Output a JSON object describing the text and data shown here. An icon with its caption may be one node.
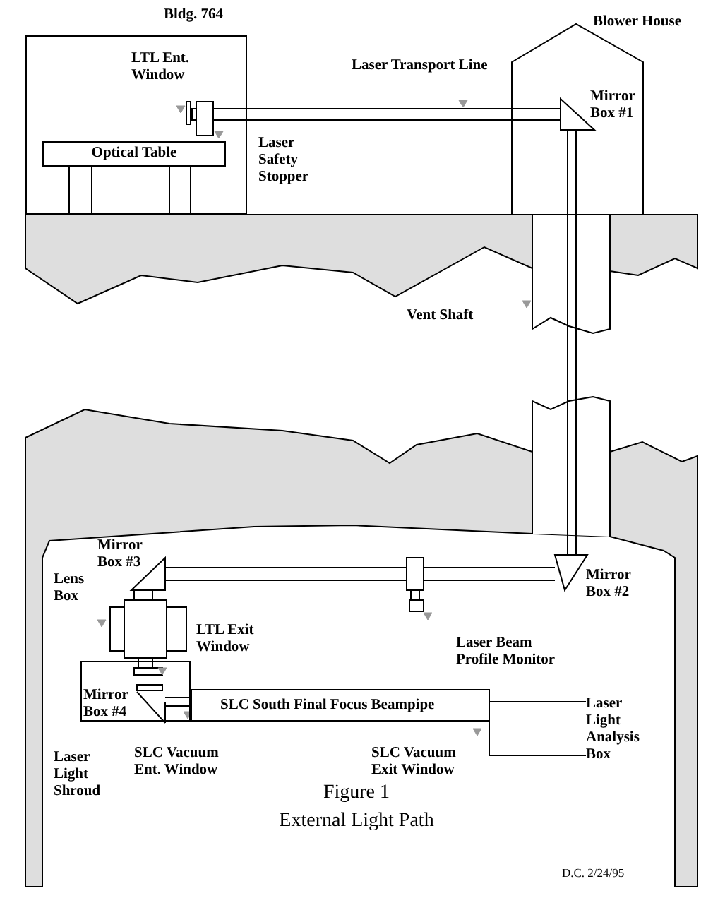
{
  "diagram": {
    "title": "Figure 1",
    "caption": "External Light Path",
    "nodes": [
      {
        "text": [
          "Bldg. 764"
        ]
      },
      {
        "text": [
          "Optical Table"
        ],
        "in": 0
      },
      {
        "text": [
          "Blower House"
        ]
      },
      {
        "text": [
          "SLC South Final Focus Beampipe"
        ]
      },
      {
        "text": [
          "Laser Light Analysis Box"
        ]
      },
      {
        "text": [
          "Laser Light Shroud"
        ]
      }
    ],
    "edges": [
      {
        "from": 3,
        "to": 4,
        "arrow": "none"
      }
    ],
    "labels": [
      "LTL Ent. Window",
      "Laser Transport Line",
      "Mirror Box #1",
      "Laser Safety Stopper",
      "Vent Shaft",
      "Mirror Box #3",
      "Lens Box",
      "Mirror Box #2",
      "LTL Exit Window",
      "Laser Beam Profile Monitor",
      "Mirror Box #4",
      "SLC Vacuum Ent. Window",
      "SLC Vacuum Exit Window",
      "D.C. 2/24/95"
    ]
  }
}
